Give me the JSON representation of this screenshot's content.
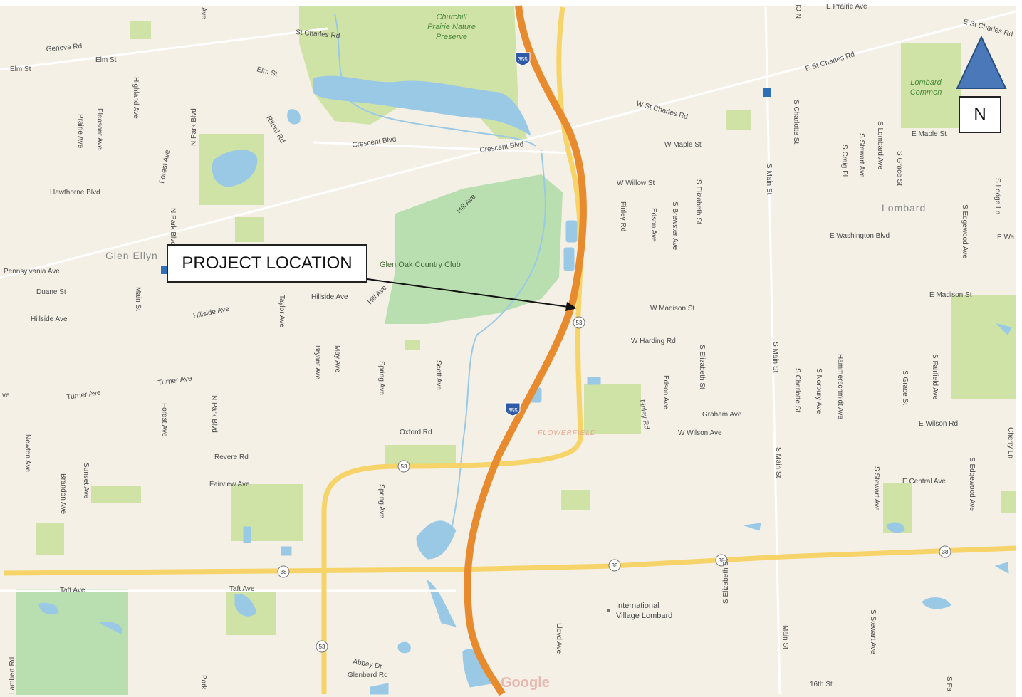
{
  "callout": {
    "label": "PROJECT LOCATION"
  },
  "north": {
    "label": "N"
  },
  "attribution": "Google",
  "towns": [
    "Glen Ellyn",
    "Lombard",
    "FLOWERFIELD"
  ],
  "parks": [
    "Churchill",
    "Prairie Nature",
    "Preserve",
    "Lombard",
    "Common",
    "Glen Oak Country Club",
    "International",
    "Village Lombard"
  ],
  "shields": {
    "i355": "355",
    "us53": "53",
    "il38": "38"
  },
  "streets": [
    "Geneva Rd",
    "Elm St",
    "Elm St",
    "St Charles Rd",
    "Elm St",
    "E Prairie Ave",
    "E St Charles Rd",
    "E St Charles Rd",
    "W St Charles Rd",
    "Crescent Blvd",
    "Crescent Blvd",
    "Highland Ave",
    "Pleasant Ave",
    "Prairie Ave",
    "N Park Blvd",
    "Forest Ave",
    "Hawthorne Blvd",
    "Riford Rd",
    "W Maple St",
    "E Maple St",
    "W Willow St",
    "Finley Rd",
    "Edson Ave",
    "S Brewster Ave",
    "S Elizabeth St",
    "S Main St",
    "S Charlotte St",
    "S Craig Pl",
    "S Stewart Ave",
    "S Lombard Ave",
    "S Grace St",
    "S Edgewood Ave",
    "S Lodge Ln",
    "E Washington Blvd",
    "E Wa",
    "Hill Ave",
    "N Park Blvd",
    "Pennsylvania Ave",
    "Duane St",
    "Hillside Ave",
    "Main St",
    "Hillside Ave",
    "Taylor Ave",
    "Hillside Ave",
    "Hill Ave",
    "W Madison St",
    "E Madison St",
    "W Harding Rd",
    "Bryant Ave",
    "May Ave",
    "Spring Ave",
    "Scott Ave",
    "S Elizabeth St",
    "S Main St",
    "S Charlotte St",
    "S Norbury Ave",
    "Hammerschmidt Ave",
    "S Fairfield Ave",
    "S Grace St",
    "Turner Ave",
    "Turner Ave",
    "Forest Ave",
    "N Park Blvd",
    "Edson Ave",
    "Finley Rd",
    "Graham Ave",
    "W Wilson Ave",
    "E Wilson Rd",
    "Cherry Ln",
    "Oxford Rd",
    "Revere Rd",
    "Newton Ave",
    "Brandon Ave",
    "Sunset Ave",
    "Fairview Ave",
    "Spring Ave",
    "S Main St",
    "S Stewart Ave",
    "E Central Ave",
    "S Edgewood Ave",
    "Taft Ave",
    "Taft Ave",
    "Lloyd Ave",
    "S Elizabeth St",
    "Main St",
    "S Stewart Ave",
    "Abbey Dr",
    "Glenbard Rd",
    "16th St",
    "Lambert Rd",
    "S Fa",
    "ve",
    "Ave",
    "N Cl",
    "Park"
  ]
}
